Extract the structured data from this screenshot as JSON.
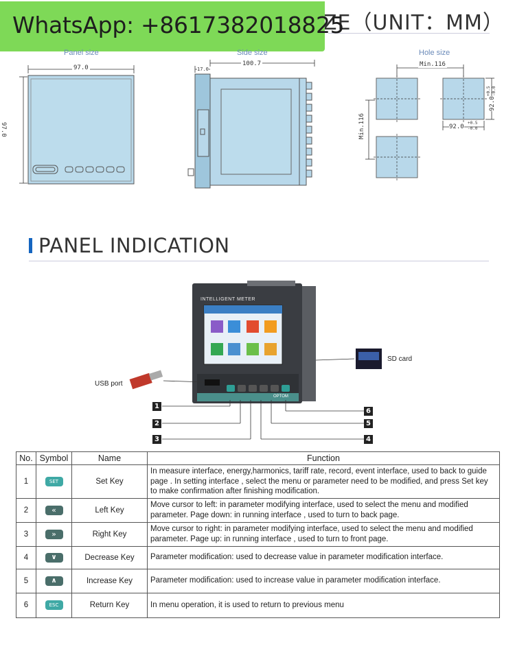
{
  "header": {
    "whatsapp": "WhatsApp: +8617382018825",
    "size_title": "ZE（UNIT：MM）"
  },
  "dimensions": {
    "panel_caption": "Panel size",
    "panel_width": "97.0",
    "panel_height": "97.0",
    "side_caption": "Side size",
    "side_depth": "100.7",
    "side_front": "17.0",
    "hole_caption": "Hole size",
    "hole_min_h": "Min.116",
    "hole_min_v": "Min.116",
    "hole_w": "92.0",
    "hole_h": "92.0",
    "tol_plus": "+0.5",
    "tol_minus": "-0.0"
  },
  "panel_indication": {
    "title": "PANEL INDICATION",
    "meter_title": "INTELLIGENT  METER",
    "usb_label": "USB port",
    "sd_label": "SD card",
    "numbers": [
      "1",
      "2",
      "3",
      "4",
      "5",
      "6"
    ],
    "brand_hint": "OPTOM"
  },
  "table": {
    "headers": {
      "no": "No.",
      "symbol": "Symbol",
      "name": "Name",
      "function": "Function"
    },
    "rows": [
      {
        "no": "1",
        "symbol": "SET",
        "name": "Set Key",
        "function": "In measure interface, energy,harmonics, tariff rate, record, event interface, used to back to guide page . In setting interface , select the menu or parameter need to be modified, and press Set key to make confirmation after finishing modification."
      },
      {
        "no": "2",
        "symbol": "«",
        "name": "Left Key",
        "function": "Move cursor to left: in parameter modifying interface, used to select the menu and modified parameter. Page down: in running interface , used to turn to back page."
      },
      {
        "no": "3",
        "symbol": "»",
        "name": "Right Key",
        "function": "Move cursor to right: in parameter modifying interface, used to select the menu and modified parameter. Page up: in running interface , used to turn to front page."
      },
      {
        "no": "4",
        "symbol": "∨",
        "name": "Decrease Key",
        "function": "Parameter modification: used to decrease value in parameter modification interface."
      },
      {
        "no": "5",
        "symbol": "∧",
        "name": "Increase Key",
        "function": "Parameter modification: used to increase value in parameter modification interface."
      },
      {
        "no": "6",
        "symbol": "ESC",
        "name": "Return Key",
        "function": "In menu operation, it is used to return to previous menu"
      }
    ]
  }
}
